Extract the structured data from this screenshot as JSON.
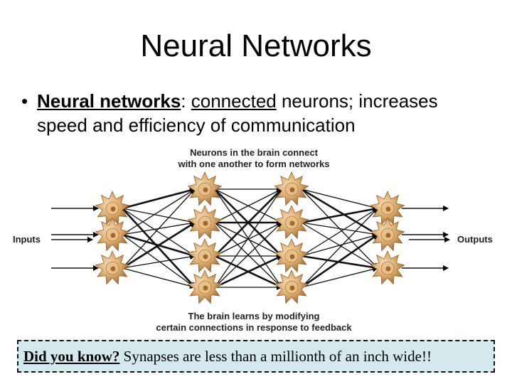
{
  "slide": {
    "title": "Neural Networks",
    "bullet_symbol": "•",
    "bullet": {
      "term": "Neural networks",
      "sep": ": ",
      "connected_word": "connected",
      "rest": " neurons; increases speed and efficiency of communication"
    }
  },
  "figure": {
    "caption_top_1": "Neurons in the brain connect",
    "caption_top_2": "with one another to form networks",
    "inputs_label": "Inputs",
    "outputs_label": "Outputs",
    "caption_bottom_1": "The brain learns by modifying",
    "caption_bottom_2": "certain connections in response to feedback",
    "layers": [
      3,
      4,
      4,
      3
    ],
    "neuron_color": "#d9a86a"
  },
  "callout": {
    "lead": "Did you know?",
    "text": "  Synapses are less than a millionth of an inch wide!!"
  }
}
